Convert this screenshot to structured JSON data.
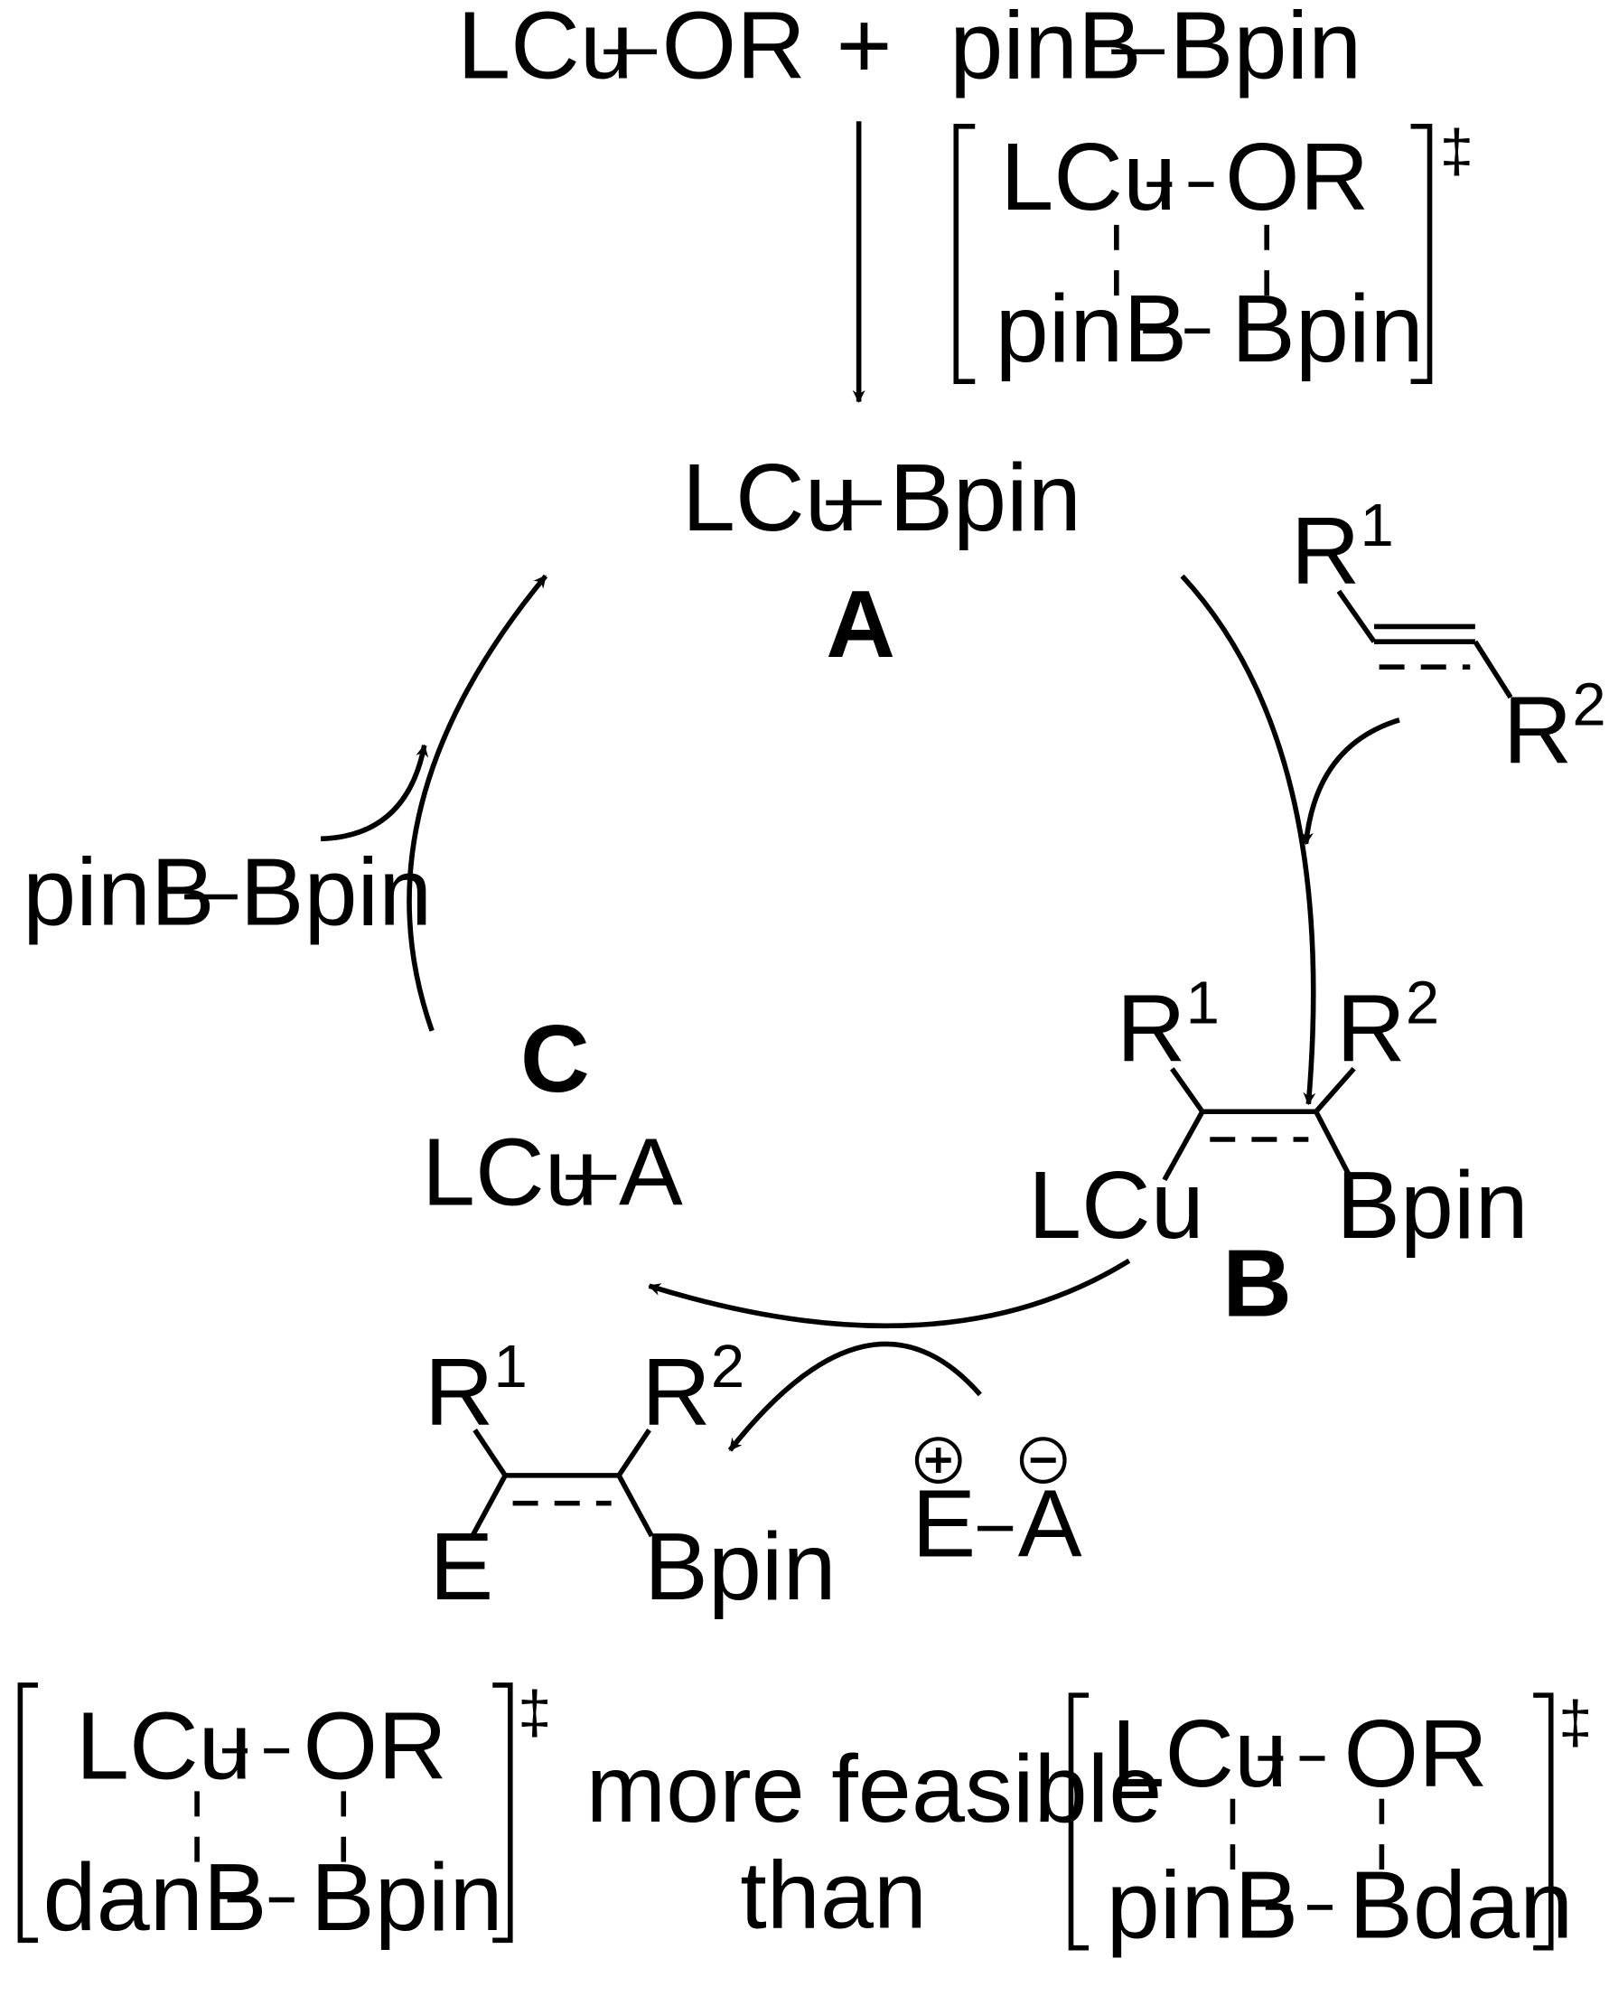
{
  "reactants": {
    "copper_alkoxide": "LCu",
    "alkoxide_group": "OR",
    "plus": "+",
    "diboron_left": "pinB",
    "diboron_right": "Bpin"
  },
  "top_ts": {
    "cu": "LCu",
    "or": "OR",
    "b_left": "pinB",
    "b_right": "Bpin",
    "dagger": "‡"
  },
  "species_A": {
    "cu": "LCu",
    "boryl": "Bpin",
    "label": "A"
  },
  "alkyne": {
    "r1": "R",
    "r1_sup": "1",
    "r2": "R",
    "r2_sup": "2"
  },
  "species_B": {
    "r1": "R",
    "r1_sup": "1",
    "r2": "R",
    "r2_sup": "2",
    "cu": "LCu",
    "boryl": "Bpin",
    "label": "B"
  },
  "electrophile": {
    "plus": "+",
    "minus": "−",
    "e": "E",
    "a": "A"
  },
  "product": {
    "r1": "R",
    "r1_sup": "1",
    "r2": "R",
    "r2_sup": "2",
    "e": "E",
    "boryl": "Bpin"
  },
  "species_C": {
    "label": "C",
    "cu": "LCu",
    "anion": "A"
  },
  "diboron_regen": {
    "left": "pinB",
    "right": "Bpin"
  },
  "comparison": {
    "ts_left": {
      "cu": "LCu",
      "or": "OR",
      "b_left": "danB",
      "b_right": "Bpin",
      "dagger": "‡"
    },
    "text_line1": "more feasible",
    "text_line2": "than",
    "ts_right": {
      "cu": "LCu",
      "or": "OR",
      "b_left": "pinB",
      "b_right": "Bdan",
      "dagger": "‡"
    }
  }
}
